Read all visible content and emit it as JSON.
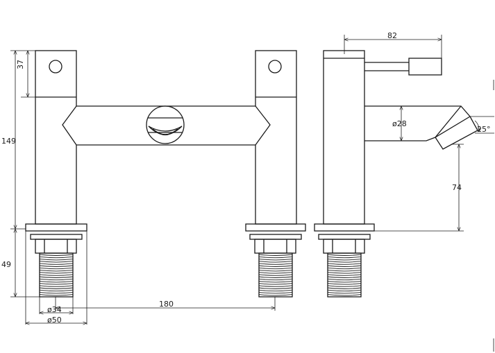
{
  "dimensions": {
    "handle_top": "37",
    "total_height": "149",
    "base_height": "49",
    "thread_diameter": "ø34",
    "base_diameter": "ø50",
    "centres": "180",
    "reach": "82",
    "spout_diameter": "ø28",
    "spout_angle": "25°",
    "spout_height": "74"
  },
  "colors": {
    "line": "#1a1a1a",
    "background": "#ffffff"
  }
}
